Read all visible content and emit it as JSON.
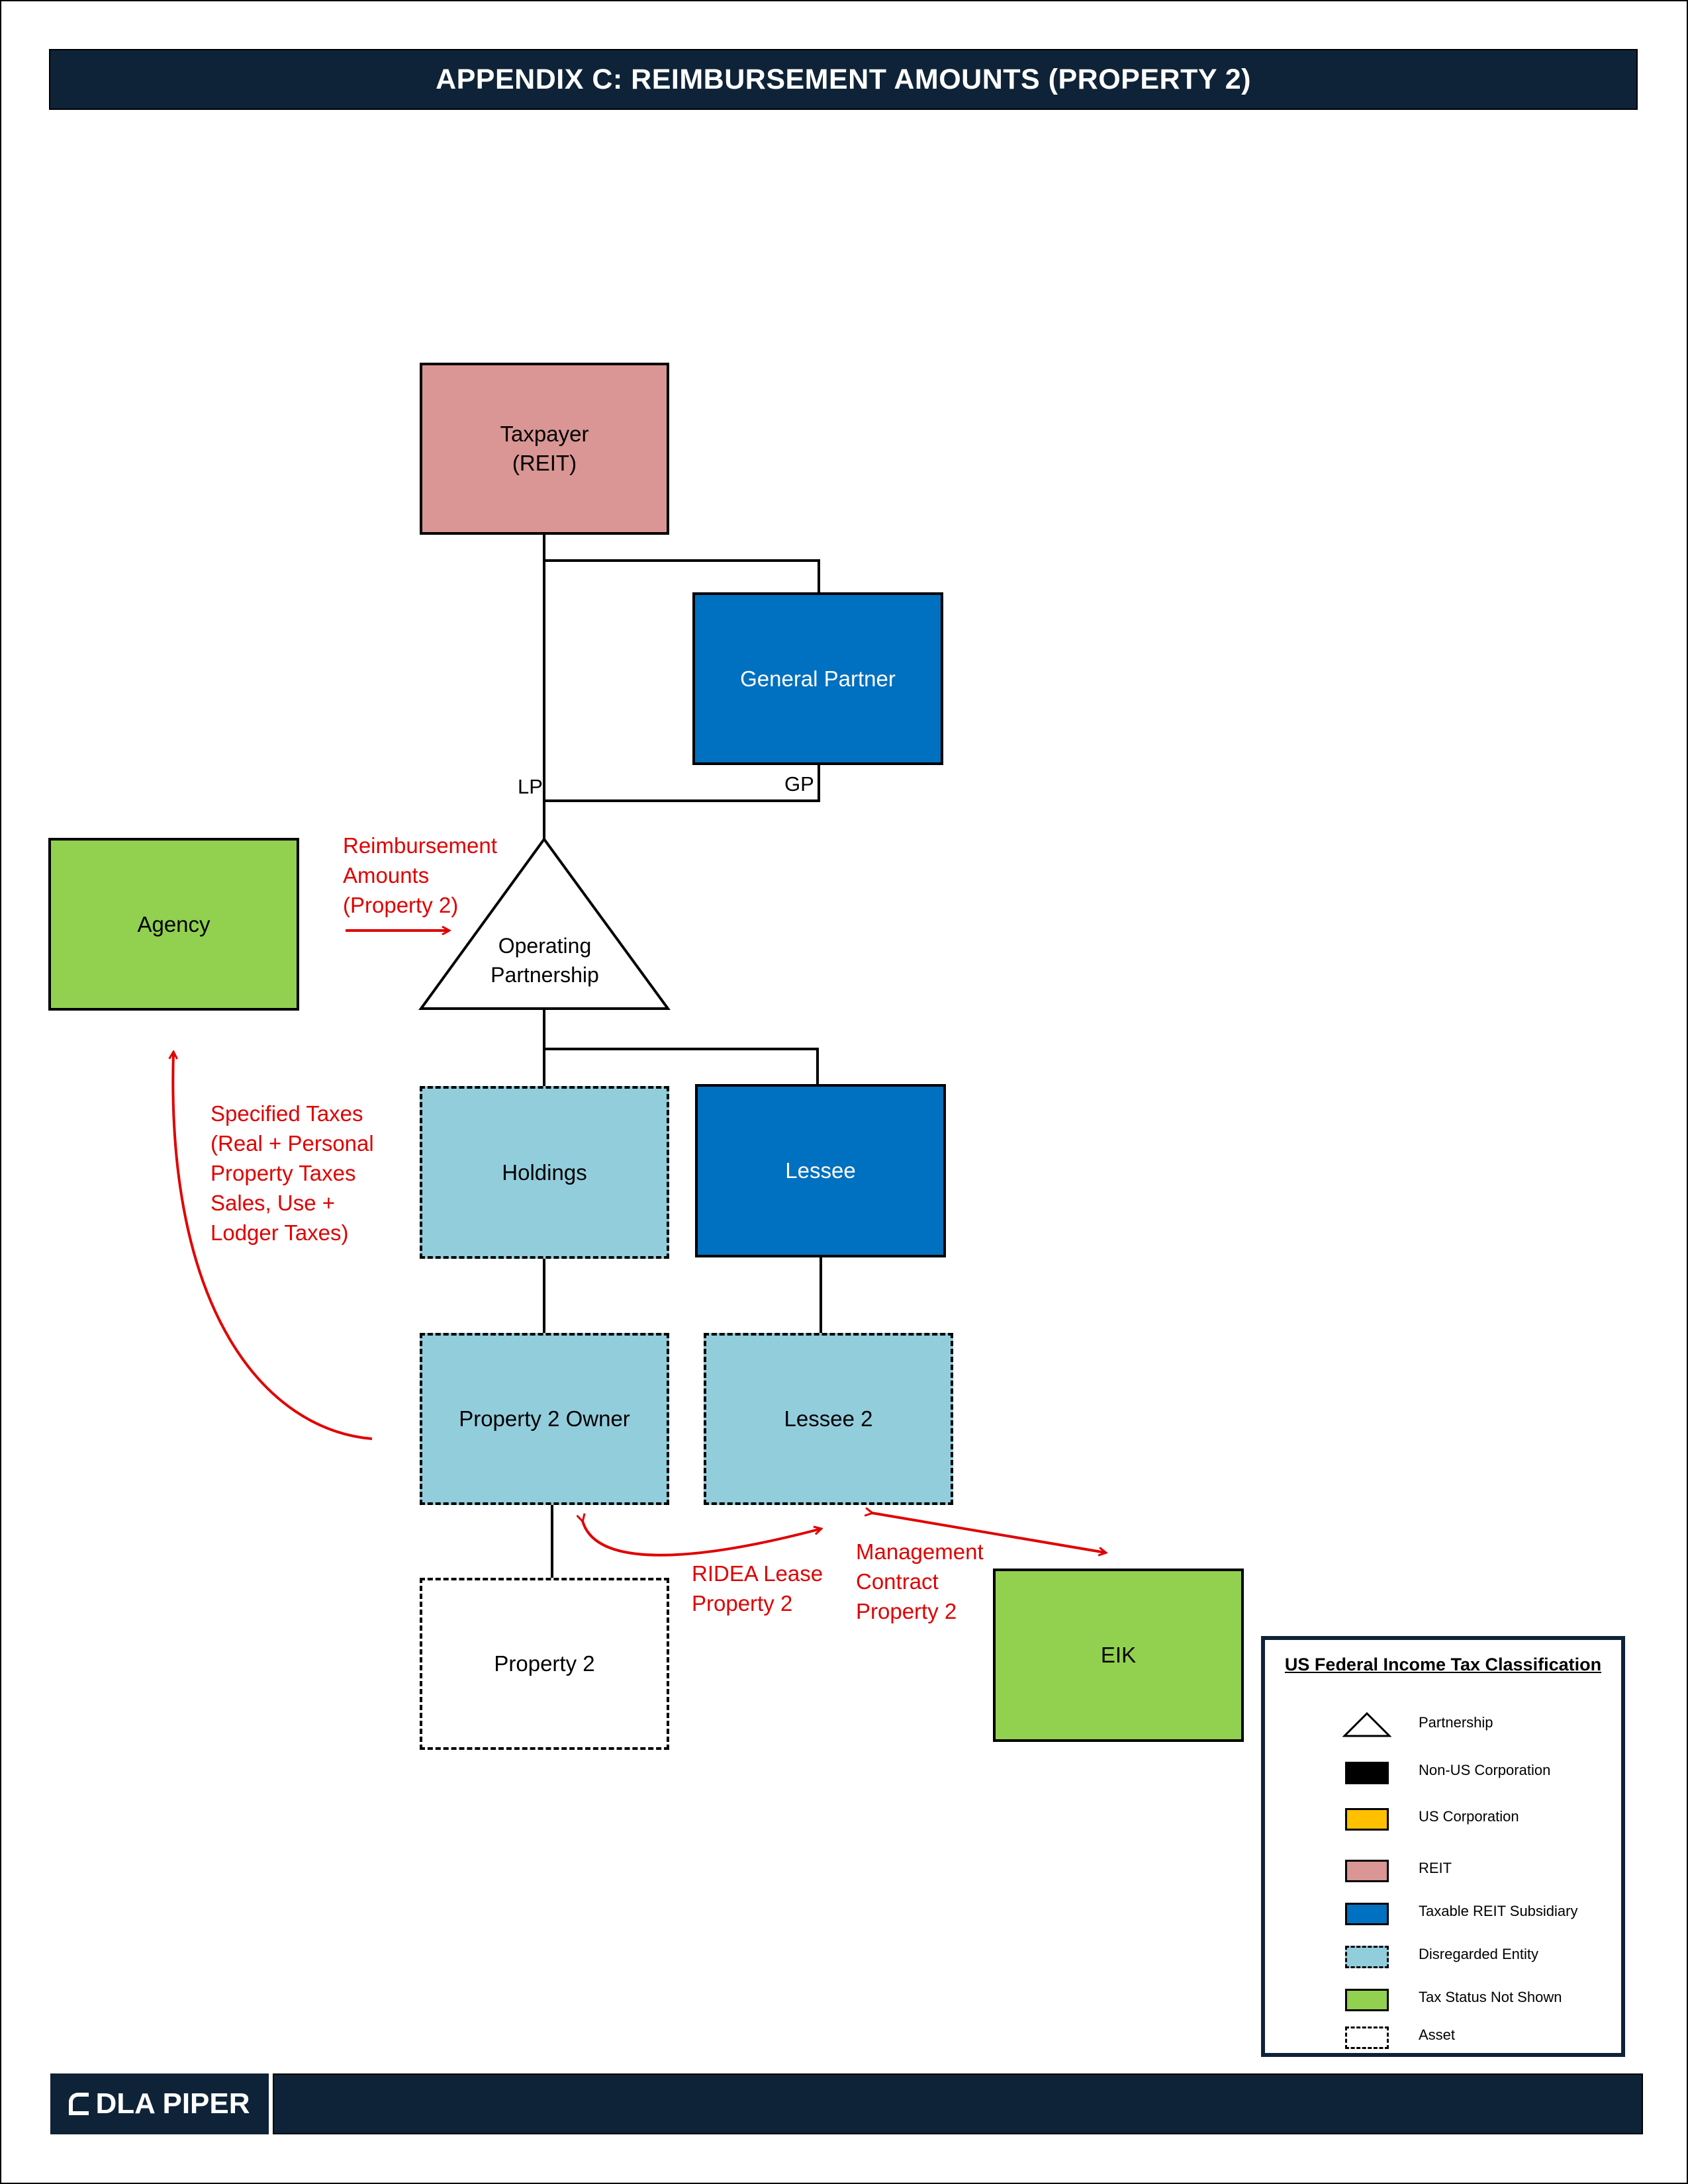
{
  "header": {
    "title": "APPENDIX C: REIMBURSEMENT AMOUNTS (PROPERTY 2)"
  },
  "entities": {
    "taxpayer": "Taxpayer\n(REIT)",
    "general_partner": "General Partner",
    "operating_partnership": "Operating\nPartnership",
    "agency": "Agency",
    "holdings": "Holdings",
    "lessee": "Lessee",
    "property2_owner": "Property 2 Owner",
    "lessee2": "Lessee 2",
    "property2": "Property 2",
    "eik": "EIK"
  },
  "line_labels": {
    "lp": "LP",
    "gp": "GP"
  },
  "annotations": {
    "reimbursement": "Reimbursement\nAmounts\n(Property 2)",
    "specified_taxes": "Specified Taxes\n(Real + Personal\nProperty Taxes\nSales, Use +\nLodger Taxes)",
    "ridea_lease": "RIDEA Lease\nProperty 2",
    "management_contract": "Management\nContract\nProperty 2"
  },
  "legend": {
    "title": "US Federal Income Tax Classification",
    "items": [
      {
        "label": "Partnership",
        "icon": "triangle-icon",
        "color": "#ffffff"
      },
      {
        "label": "Non-US Corporation",
        "icon": "solid-swatch",
        "color": "#000000"
      },
      {
        "label": "US Corporation",
        "icon": "solid-swatch",
        "color": "#ffc000"
      },
      {
        "label": "REIT",
        "icon": "solid-swatch",
        "color": "#d99694"
      },
      {
        "label": "Taxable REIT Subsidiary",
        "icon": "solid-swatch",
        "color": "#0070c0"
      },
      {
        "label": "Disregarded Entity",
        "icon": "dashed-swatch",
        "color": "#92cddc"
      },
      {
        "label": "Tax Status Not Shown",
        "icon": "solid-swatch",
        "color": "#92d050"
      },
      {
        "label": "Asset",
        "icon": "dashed-swatch",
        "color": "#ffffff"
      }
    ]
  },
  "footer": {
    "logo_text": "DLA PIPER"
  },
  "colors": {
    "navy": "#0f2338",
    "annotation_red": "#e00000"
  }
}
